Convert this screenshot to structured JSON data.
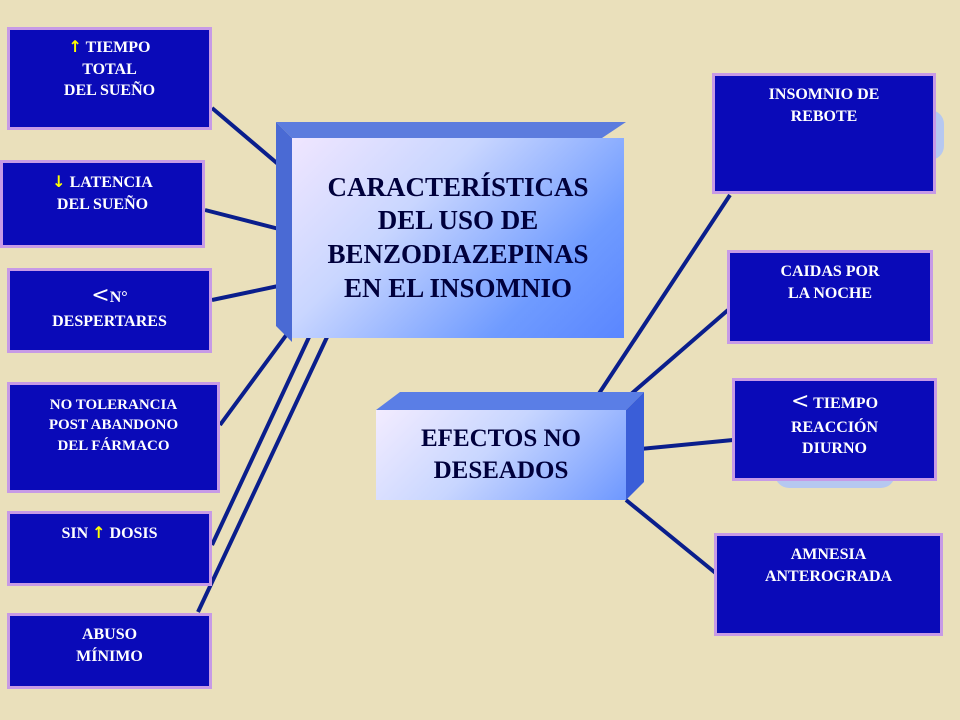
{
  "center": {
    "title_lines": [
      "CARACTERÍSTICAS",
      "DEL USO DE",
      "BENZODIAZEPINAS",
      "EN EL INSOMNIO"
    ]
  },
  "effects": {
    "title_lines": [
      "EFECTOS NO",
      "DESEADOS"
    ]
  },
  "left_boxes": [
    {
      "arrow": "↑",
      "lines": [
        "TIEMPO",
        "TOTAL",
        "DEL SUEÑO"
      ]
    },
    {
      "arrow": "↓",
      "lines": [
        "LATENCIA",
        "DEL SUEÑO"
      ]
    },
    {
      "lt": "<",
      "lines": [
        "N°",
        "DESPERTARES"
      ]
    },
    {
      "lines": [
        "NO TOLERANCIA",
        "POST ABANDONO",
        "DEL FÁRMACO"
      ]
    },
    {
      "prefix": "SIN",
      "arrow": "↑",
      "suffix": "DOSIS"
    },
    {
      "lines": [
        "ABUSO",
        "MÍNIMO"
      ]
    }
  ],
  "right_boxes": [
    {
      "lines": [
        "INSOMNIO DE",
        "REBOTE"
      ]
    },
    {
      "lines": [
        "CAIDAS POR",
        "LA NOCHE"
      ]
    },
    {
      "lt": "<",
      "lines": [
        "TIEMPO",
        "REACCIÓN",
        "DIURNO"
      ]
    },
    {
      "lines": [
        "AMNESIA",
        "ANTEROGRADA"
      ]
    }
  ],
  "colors": {
    "background": "#eae0bb",
    "box_fill": "#0a0ab8",
    "box_border": "#c79ae6",
    "connector": "#0a1e8c",
    "arrow": "#ffff00"
  }
}
